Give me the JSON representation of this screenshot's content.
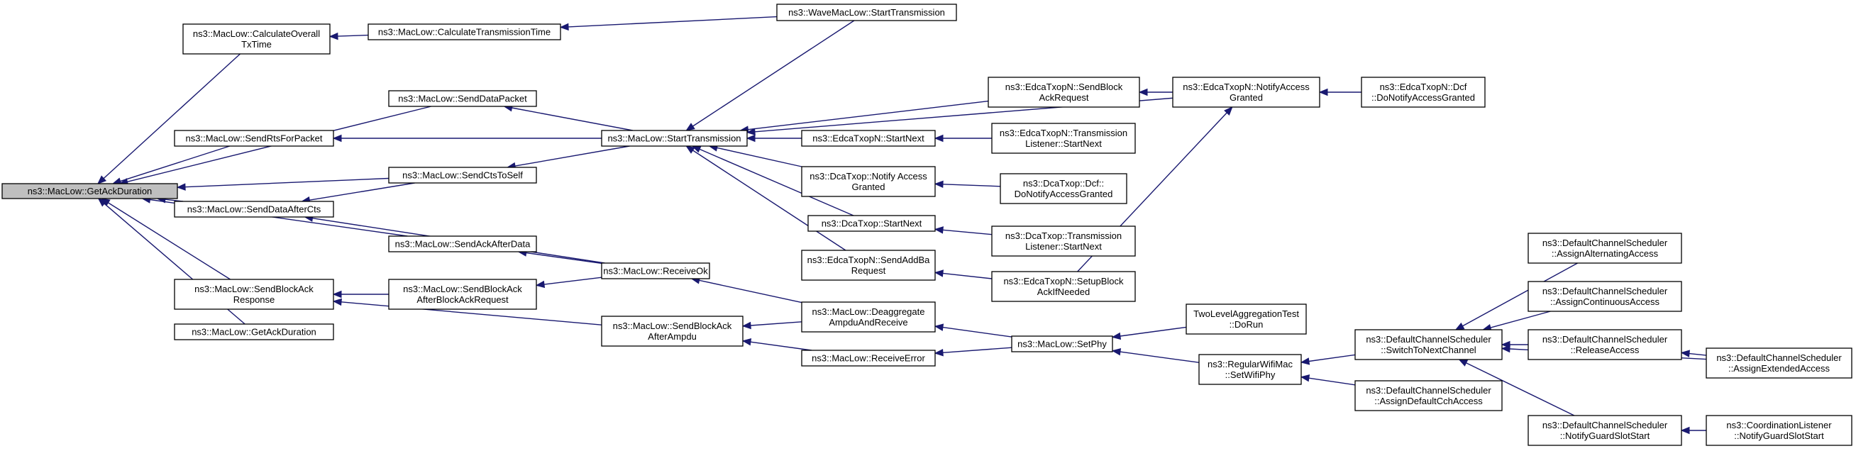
{
  "graph": {
    "root": "getackduration",
    "nodes": [
      {
        "id": "getackduration",
        "lines": [
          "ns3::MacLow::GetAckDuration"
        ]
      },
      {
        "id": "calcoverall",
        "lines": [
          "ns3::MacLow::CalculateOverall",
          "TxTime"
        ]
      },
      {
        "id": "calctrans",
        "lines": [
          "ns3::MacLow::CalculateTransmissionTime"
        ]
      },
      {
        "id": "wavestart",
        "lines": [
          "ns3::WaveMacLow::StartTransmission"
        ]
      },
      {
        "id": "senddatapacket",
        "lines": [
          "ns3::MacLow::SendDataPacket"
        ]
      },
      {
        "id": "sendrts",
        "lines": [
          "ns3::MacLow::SendRtsForPacket"
        ]
      },
      {
        "id": "sendcts",
        "lines": [
          "ns3::MacLow::SendCtsToSelf"
        ]
      },
      {
        "id": "senddataaftercts",
        "lines": [
          "ns3::MacLow::SendDataAfterCts"
        ]
      },
      {
        "id": "sendackafterdata",
        "lines": [
          "ns3::MacLow::SendAckAfterData"
        ]
      },
      {
        "id": "sendblockackresponse",
        "lines": [
          "ns3::MacLow::SendBlockAck",
          "Response"
        ]
      },
      {
        "id": "getackduration2",
        "lines": [
          "ns3::MacLow::GetAckDuration"
        ]
      },
      {
        "id": "sendblockackafterreq",
        "lines": [
          "ns3::MacLow::SendBlockAck",
          "AfterBlockAckRequest"
        ]
      },
      {
        "id": "sendblockackafterampdu",
        "lines": [
          "ns3::MacLow::SendBlockAck",
          "AfterAmpdu"
        ]
      },
      {
        "id": "startransmission",
        "lines": [
          "ns3::MacLow::StartTransmission"
        ]
      },
      {
        "id": "receiveok",
        "lines": [
          "ns3::MacLow::ReceiveOk"
        ]
      },
      {
        "id": "edcasendblockack",
        "lines": [
          "ns3::EdcaTxopN::SendBlock",
          "AckRequest"
        ]
      },
      {
        "id": "edcastartnext",
        "lines": [
          "ns3::EdcaTxopN::StartNext"
        ]
      },
      {
        "id": "dcanotify",
        "lines": [
          "ns3::DcaTxop::Notify Access",
          "Granted"
        ]
      },
      {
        "id": "dcastartnext",
        "lines": [
          "ns3::DcaTxop::StartNext"
        ]
      },
      {
        "id": "edcasendaddba",
        "lines": [
          "ns3::EdcaTxopN::SendAddBa",
          "Request"
        ]
      },
      {
        "id": "deaggregate",
        "lines": [
          "ns3::MacLow::Deaggregate",
          "AmpduAndReceive"
        ]
      },
      {
        "id": "receiveerror",
        "lines": [
          "ns3::MacLow::ReceiveError"
        ]
      },
      {
        "id": "edcanotify",
        "lines": [
          "ns3::EdcaTxopN::NotifyAccess",
          "Granted"
        ]
      },
      {
        "id": "edcadcf",
        "lines": [
          "ns3::EdcaTxopN::Dcf",
          "::DoNotifyAccessGranted"
        ]
      },
      {
        "id": "edcatranslistener",
        "lines": [
          "ns3::EdcaTxopN::Transmission",
          "Listener::StartNext"
        ]
      },
      {
        "id": "dcadcf",
        "lines": [
          "ns3::DcaTxop::Dcf::",
          "DoNotifyAccessGranted"
        ]
      },
      {
        "id": "dcatranslistener",
        "lines": [
          "ns3::DcaTxop::Transmission",
          "Listener::StartNext"
        ]
      },
      {
        "id": "edcasetup",
        "lines": [
          "ns3::EdcaTxopN::SetupBlock",
          "AckIfNeeded"
        ]
      },
      {
        "id": "setphy",
        "lines": [
          "ns3::MacLow::SetPhy"
        ]
      },
      {
        "id": "twolevel",
        "lines": [
          "TwoLevelAggregationTest",
          "::DoRun"
        ]
      },
      {
        "id": "regularwifi",
        "lines": [
          "ns3::RegularWifiMac",
          "::SetWifiPhy"
        ]
      },
      {
        "id": "switchnext",
        "lines": [
          "ns3::DefaultChannelScheduler",
          "::SwitchToNextChannel"
        ]
      },
      {
        "id": "assigndefault",
        "lines": [
          "ns3::DefaultChannelScheduler",
          "::AssignDefaultCchAccess"
        ]
      },
      {
        "id": "assignalt",
        "lines": [
          "ns3::DefaultChannelScheduler",
          "::AssignAlternatingAccess"
        ]
      },
      {
        "id": "assigncont",
        "lines": [
          "ns3::DefaultChannelScheduler",
          "::AssignContinuousAccess"
        ]
      },
      {
        "id": "releaseaccess",
        "lines": [
          "ns3::DefaultChannelScheduler",
          "::ReleaseAccess"
        ]
      },
      {
        "id": "notifyguard",
        "lines": [
          "ns3::DefaultChannelScheduler",
          "::NotifyGuardSlotStart"
        ]
      },
      {
        "id": "assignext",
        "lines": [
          "ns3::DefaultChannelScheduler",
          "::AssignExtendedAccess"
        ]
      },
      {
        "id": "coordlistener",
        "lines": [
          "ns3::CoordinationListener",
          "::NotifyGuardSlotStart"
        ]
      }
    ],
    "edges": [
      {
        "from": "calcoverall",
        "to": "getackduration"
      },
      {
        "from": "senddatapacket",
        "to": "getackduration"
      },
      {
        "from": "sendrts",
        "to": "getackduration"
      },
      {
        "from": "sendcts",
        "to": "getackduration"
      },
      {
        "from": "senddataaftercts",
        "to": "getackduration"
      },
      {
        "from": "sendackafterdata",
        "to": "getackduration"
      },
      {
        "from": "sendblockackresponse",
        "to": "getackduration"
      },
      {
        "from": "getackduration2",
        "to": "getackduration"
      },
      {
        "from": "calctrans",
        "to": "calcoverall"
      },
      {
        "from": "wavestart",
        "to": "calctrans"
      },
      {
        "from": "startransmission",
        "to": "senddatapacket"
      },
      {
        "from": "startransmission",
        "to": "sendrts"
      },
      {
        "from": "startransmission",
        "to": "sendcts"
      },
      {
        "from": "receiveok",
        "to": "senddataaftercts"
      },
      {
        "from": "sendcts",
        "to": "senddataaftercts"
      },
      {
        "from": "receiveok",
        "to": "sendackafterdata"
      },
      {
        "from": "sendblockackafterreq",
        "to": "sendblockackresponse"
      },
      {
        "from": "sendblockackafterampdu",
        "to": "sendblockackresponse"
      },
      {
        "from": "receiveok",
        "to": "sendblockackafterreq"
      },
      {
        "from": "deaggregate",
        "to": "sendblockackafterampdu"
      },
      {
        "from": "receiveerror",
        "to": "sendblockackafterampdu"
      },
      {
        "from": "wavestart",
        "to": "startransmission"
      },
      {
        "from": "edcasendblockack",
        "to": "startransmission"
      },
      {
        "from": "edcanotify",
        "to": "startransmission"
      },
      {
        "from": "edcastartnext",
        "to": "startransmission"
      },
      {
        "from": "dcanotify",
        "to": "startransmission"
      },
      {
        "from": "dcastartnext",
        "to": "startransmission"
      },
      {
        "from": "edcasendaddba",
        "to": "startransmission"
      },
      {
        "from": "deaggregate",
        "to": "receiveok"
      },
      {
        "from": "edcanotify",
        "to": "edcasendblockack"
      },
      {
        "from": "edcatranslistener",
        "to": "edcastartnext"
      },
      {
        "from": "dcadcf",
        "to": "dcanotify"
      },
      {
        "from": "dcatranslistener",
        "to": "dcastartnext"
      },
      {
        "from": "edcasetup",
        "to": "edcasendaddba"
      },
      {
        "from": "setphy",
        "to": "deaggregate"
      },
      {
        "from": "setphy",
        "to": "receiveerror"
      },
      {
        "from": "edcadcf",
        "to": "edcanotify"
      },
      {
        "from": "edcasetup",
        "to": "edcanotify"
      },
      {
        "from": "twolevel",
        "to": "setphy"
      },
      {
        "from": "regularwifi",
        "to": "setphy"
      },
      {
        "from": "switchnext",
        "to": "regularwifi"
      },
      {
        "from": "assigndefault",
        "to": "regularwifi"
      },
      {
        "from": "assignalt",
        "to": "switchnext"
      },
      {
        "from": "assigncont",
        "to": "switchnext"
      },
      {
        "from": "releaseaccess",
        "to": "switchnext"
      },
      {
        "from": "notifyguard",
        "to": "switchnext"
      },
      {
        "from": "assignext",
        "to": "switchnext"
      },
      {
        "from": "assignext",
        "to": "releaseaccess"
      },
      {
        "from": "coordlistener",
        "to": "notifyguard"
      }
    ]
  },
  "colors": {
    "edge": "#191970",
    "node_border": "#000000",
    "node_fill": "#ffffff",
    "root_fill": "#bfbfbf",
    "text": "#000000"
  }
}
